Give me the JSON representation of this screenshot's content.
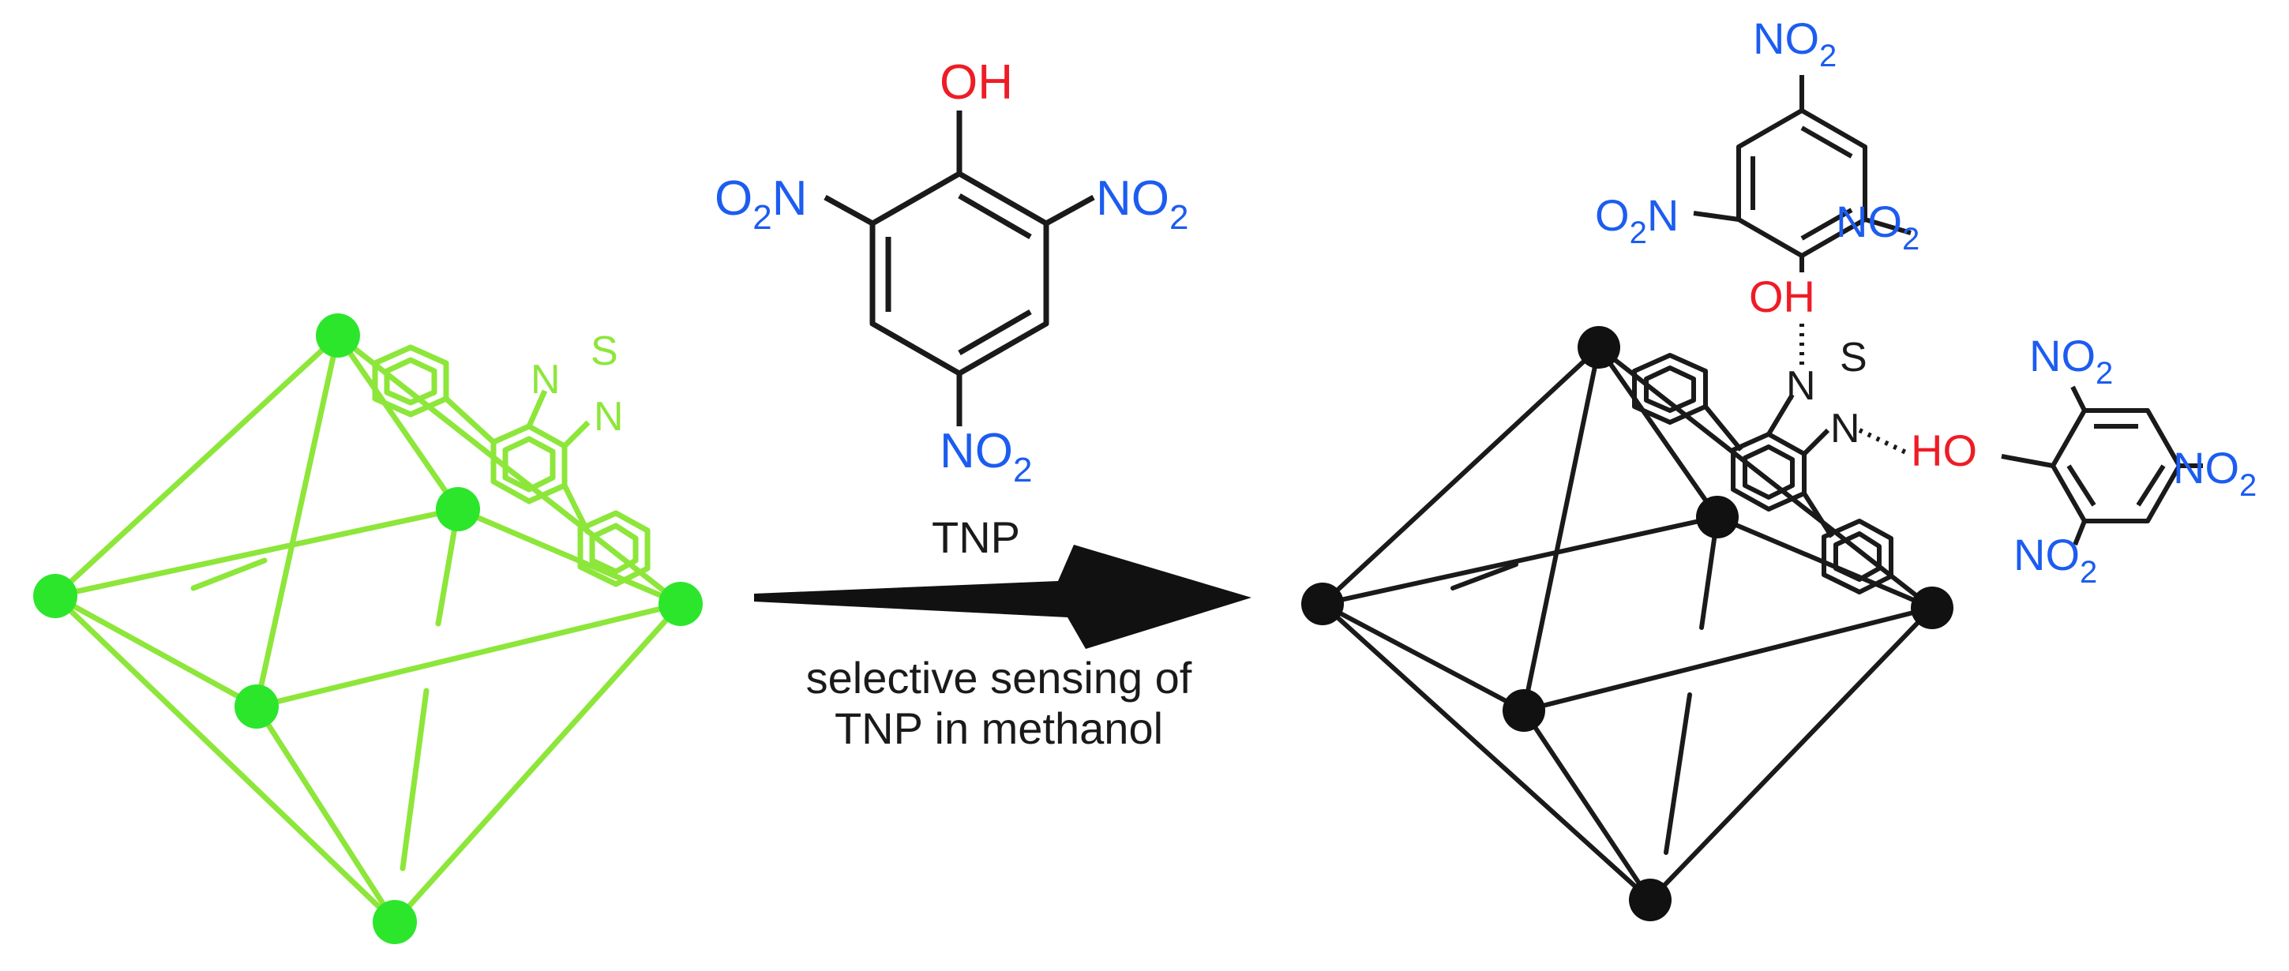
{
  "colors": {
    "green": "#8de63a",
    "green_node": "#2ce62c",
    "black": "#1a1a1a",
    "red": "#ee1c25",
    "blue": "#1c5cf0"
  },
  "tnp": {
    "oh": "OH",
    "o2n_left_o": "O",
    "o2n_left_sub": "2",
    "o2n_left_n": "N",
    "no2_right_n": "NO",
    "no2_right_sub": "2",
    "no2_bottom_n": "NO",
    "no2_bottom_sub": "2",
    "name": "TNP"
  },
  "arrow": {
    "caption_line1": "selective sensing of",
    "caption_line2": "TNP in methanol"
  },
  "left_cage": {
    "s": "S",
    "n1": "N",
    "n2": "N"
  },
  "right_cage": {
    "s": "S",
    "n1": "N",
    "n2": "N",
    "top_no2_n": "NO",
    "top_no2_sub": "2",
    "left_o2n_o": "O",
    "left_o2n_sub": "2",
    "left_o2n_n": "N",
    "right_no2_n": "NO",
    "right_no2_sub": "2",
    "oh_top": "OH",
    "ho_right": "HO",
    "r_top_no2_n": "NO",
    "r_top_no2_sub": "2",
    "r_right_no2_n": "NO",
    "r_right_no2_sub": "2",
    "r_bottom_no2_n": "NO",
    "r_bottom_no2_sub": "2"
  }
}
